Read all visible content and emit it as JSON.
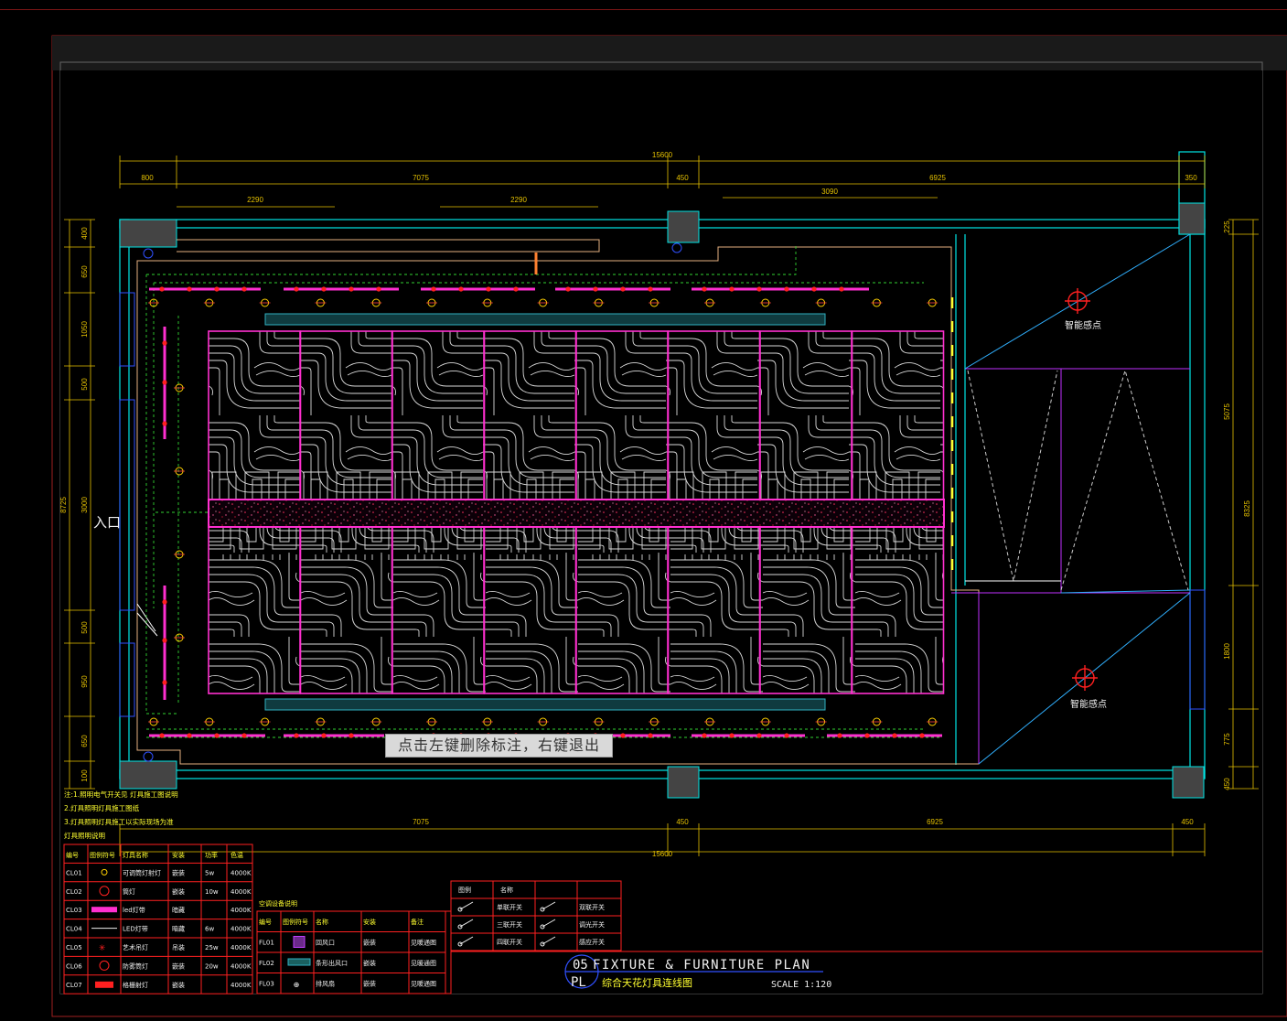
{
  "dims": {
    "top_total": "15600",
    "top_segments": [
      "800",
      "7075",
      "450",
      "6925",
      "350"
    ],
    "top_inner": [
      "2290",
      "2290",
      "3090"
    ],
    "bottom_segments": [
      "7075",
      "450",
      "6925",
      "450"
    ],
    "bottom_total": "15600",
    "left_segments": [
      "400",
      "650",
      "1050",
      "500",
      "3000",
      "500",
      "950",
      "650",
      "100"
    ],
    "left_total": "8725",
    "right_segments": [
      "225",
      "5075",
      "1800",
      "775",
      "450"
    ],
    "right_total": "8325"
  },
  "labels": {
    "entrance": "入口",
    "smart_point_1": "智能感点",
    "smart_point_2": "智能感点"
  },
  "tooltip": "点击左键删除标注，右键退出",
  "notes": [
    "注:1.照明电气开关见 灯具施工图说明",
    "2.灯具照明灯具施工图纸",
    "3.灯具照明灯具施工以实际现场为准",
    "灯具照明说明"
  ],
  "legend_table": {
    "headers": [
      "编号",
      "图例符号",
      "灯具名称",
      "安装",
      "功率",
      "色温"
    ],
    "rows": [
      {
        "code": "CL01",
        "name": "可调筒灯射灯",
        "install": "嵌装",
        "power": "5w",
        "temp": "4000K"
      },
      {
        "code": "CL02",
        "name": "筒灯",
        "install": "嵌装",
        "power": "10w",
        "temp": "4000K"
      },
      {
        "code": "CL03",
        "name": "led灯带",
        "install": "暗藏",
        "power": "",
        "temp": "4000K"
      },
      {
        "code": "CL04",
        "name": "LED灯带",
        "install": "暗藏",
        "power": "6w",
        "temp": "4000K"
      },
      {
        "code": "CL05",
        "name": "艺术吊灯",
        "install": "吊装",
        "power": "25w",
        "temp": "4000K"
      },
      {
        "code": "CL06",
        "name": "防雾筒灯",
        "install": "嵌装",
        "power": "20w",
        "temp": "4000K"
      },
      {
        "code": "CL07",
        "name": "格栅射灯",
        "install": "嵌装",
        "power": "",
        "temp": "4000K"
      }
    ]
  },
  "ac_table": {
    "title": "空调设备说明",
    "headers": [
      "编号",
      "图例符号",
      "名称",
      "安装",
      "备注"
    ],
    "rows": [
      {
        "code": "FL01",
        "name": "回风口",
        "install": "嵌装",
        "note": "见暖通图"
      },
      {
        "code": "FL02",
        "name": "条形出风口",
        "install": "嵌装",
        "note": "见暖通图"
      },
      {
        "code": "FL03",
        "name": "排风扇",
        "install": "嵌装",
        "note": "见暖通图"
      }
    ]
  },
  "switch_table": {
    "headers": [
      "图例",
      "名称",
      "",
      ""
    ],
    "rows": [
      [
        "单联开关",
        "",
        "双联开关"
      ],
      [
        "三联开关",
        "",
        "调光开关"
      ],
      [
        "四联开关",
        "",
        "感应开关"
      ]
    ]
  },
  "title_block": {
    "number": "05",
    "prefix": "PL",
    "title": "FIXTURE & FURNITURE PLAN",
    "subtitle": "综合天花灯具连线图",
    "scale": "SCALE 1:120"
  },
  "colors": {
    "wall": "#00e5e5",
    "dim": "#e5c100",
    "pink": "#ff2fd0",
    "red": "#ff2020",
    "green": "#32d232",
    "blue": "#3050ff",
    "yellow": "#ffff30",
    "orange": "#ff8030",
    "violet": "#a040ff",
    "teal": "#30b0c0"
  }
}
